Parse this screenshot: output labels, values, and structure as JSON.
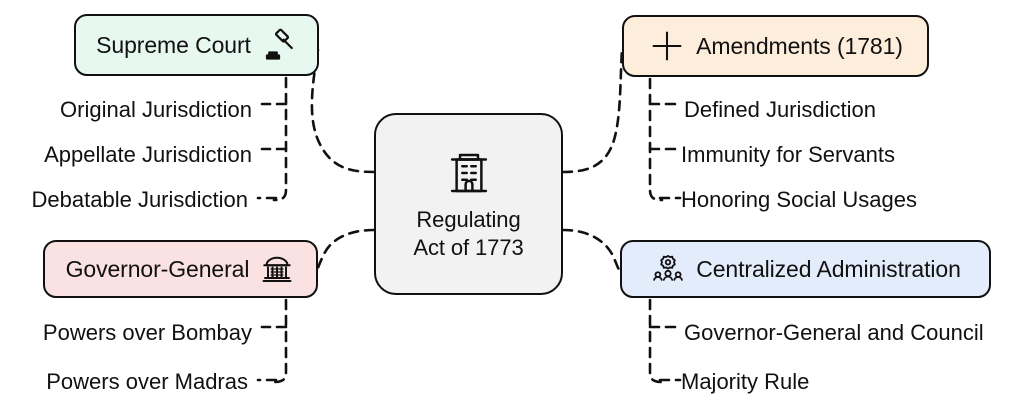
{
  "diagram": {
    "title": "Regulating Act of 1773 mind map",
    "center": {
      "label": "Regulating\nAct of 1773",
      "icon": "institution-building-icon",
      "fill": "#f2f2f2",
      "stroke": "#111111"
    },
    "branches": [
      {
        "id": "supreme-court",
        "label": "Supreme Court",
        "icon": "gavel-icon",
        "icon_side": "right",
        "fill": "#e6f8ef",
        "side": "left",
        "children": [
          "Original Jurisdiction",
          "Appellate Jurisdiction",
          "Debatable Jurisdiction"
        ]
      },
      {
        "id": "governor-general",
        "label": "Governor-General",
        "icon": "classical-building-icon",
        "icon_side": "right",
        "fill": "#fbe2e2",
        "side": "left",
        "children": [
          "Powers over Bombay",
          "Powers over Madras"
        ]
      },
      {
        "id": "amendments",
        "label": "Amendments (1781)",
        "icon": "plus-icon",
        "icon_side": "left",
        "fill": "#fdeedc",
        "side": "right",
        "children": [
          "Defined Jurisdiction",
          "Immunity for Servants",
          "Honoring Social Usages"
        ]
      },
      {
        "id": "centralized-administration",
        "label": "Centralized Administration",
        "icon": "gear-people-icon",
        "icon_side": "left",
        "fill": "#e3ecfb",
        "side": "right",
        "children": [
          "Governor-General and Council",
          "Majority Rule"
        ]
      }
    ],
    "edge_style": {
      "color": "#111111",
      "dash": "9 7",
      "width": 2.6
    }
  }
}
